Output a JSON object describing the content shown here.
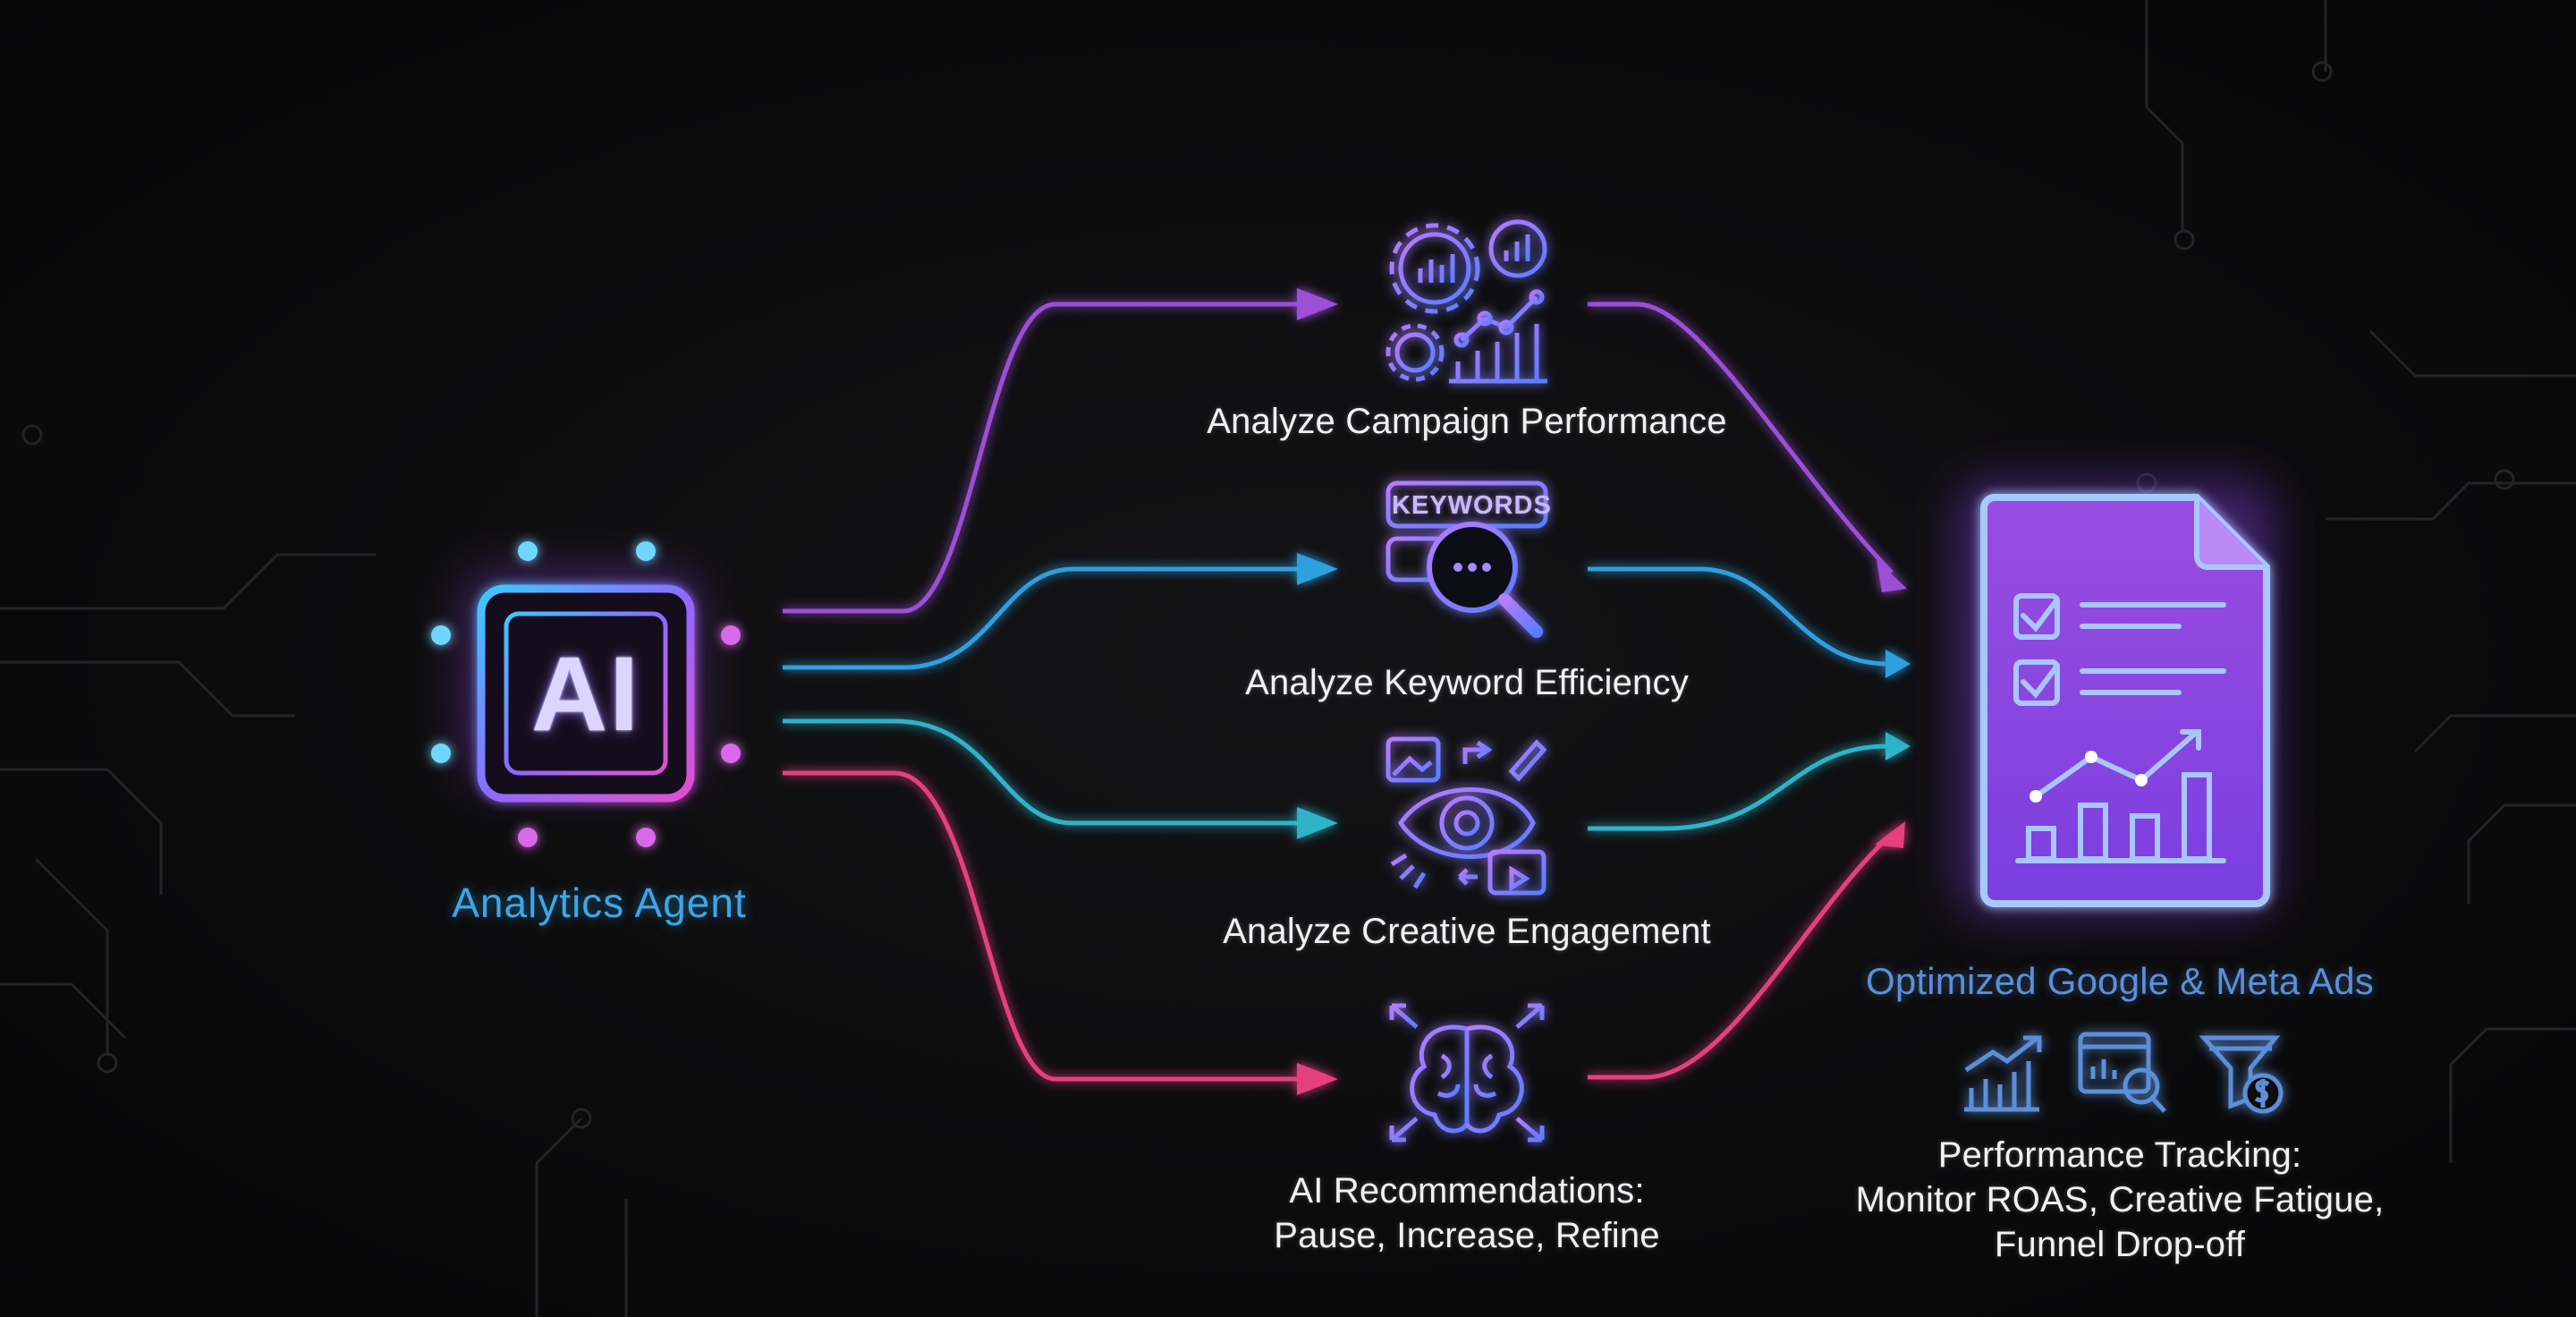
{
  "agent": {
    "label": "Analytics Agent",
    "chip_text": "AI"
  },
  "tasks": [
    {
      "label": "Analyze Campaign Performance",
      "icon": "gear-chart-icon"
    },
    {
      "label": "Analyze Keyword Efficiency",
      "icon": "keyword-search-icon",
      "badge": "KEYWORDS"
    },
    {
      "label": "Analyze Creative Engagement",
      "icon": "eye-creative-icon"
    },
    {
      "label_lines": [
        "AI Recommendations:",
        "Pause, Increase, Refine"
      ],
      "icon": "brain-arrows-icon"
    }
  ],
  "output": {
    "title": "Optimized Google & Meta Ads",
    "icon": "report-document-icon",
    "tracking_lines": [
      "Performance Tracking:",
      "Monitor ROAS, Creative Fatigue,",
      "Funnel Drop-off"
    ],
    "tracking_icons": [
      "growth-chart-icon",
      "dashboard-search-icon",
      "funnel-dollar-icon"
    ]
  },
  "colors": {
    "background": "#0b0b0c",
    "purple": "#9b4fd6",
    "blue": "#2f9fe0",
    "teal": "#2fb3c9",
    "pink": "#e5407e",
    "icon_stroke": "#8a72ff",
    "agent_label": "#3aa7e8",
    "output_label": "#5b8fd8"
  }
}
